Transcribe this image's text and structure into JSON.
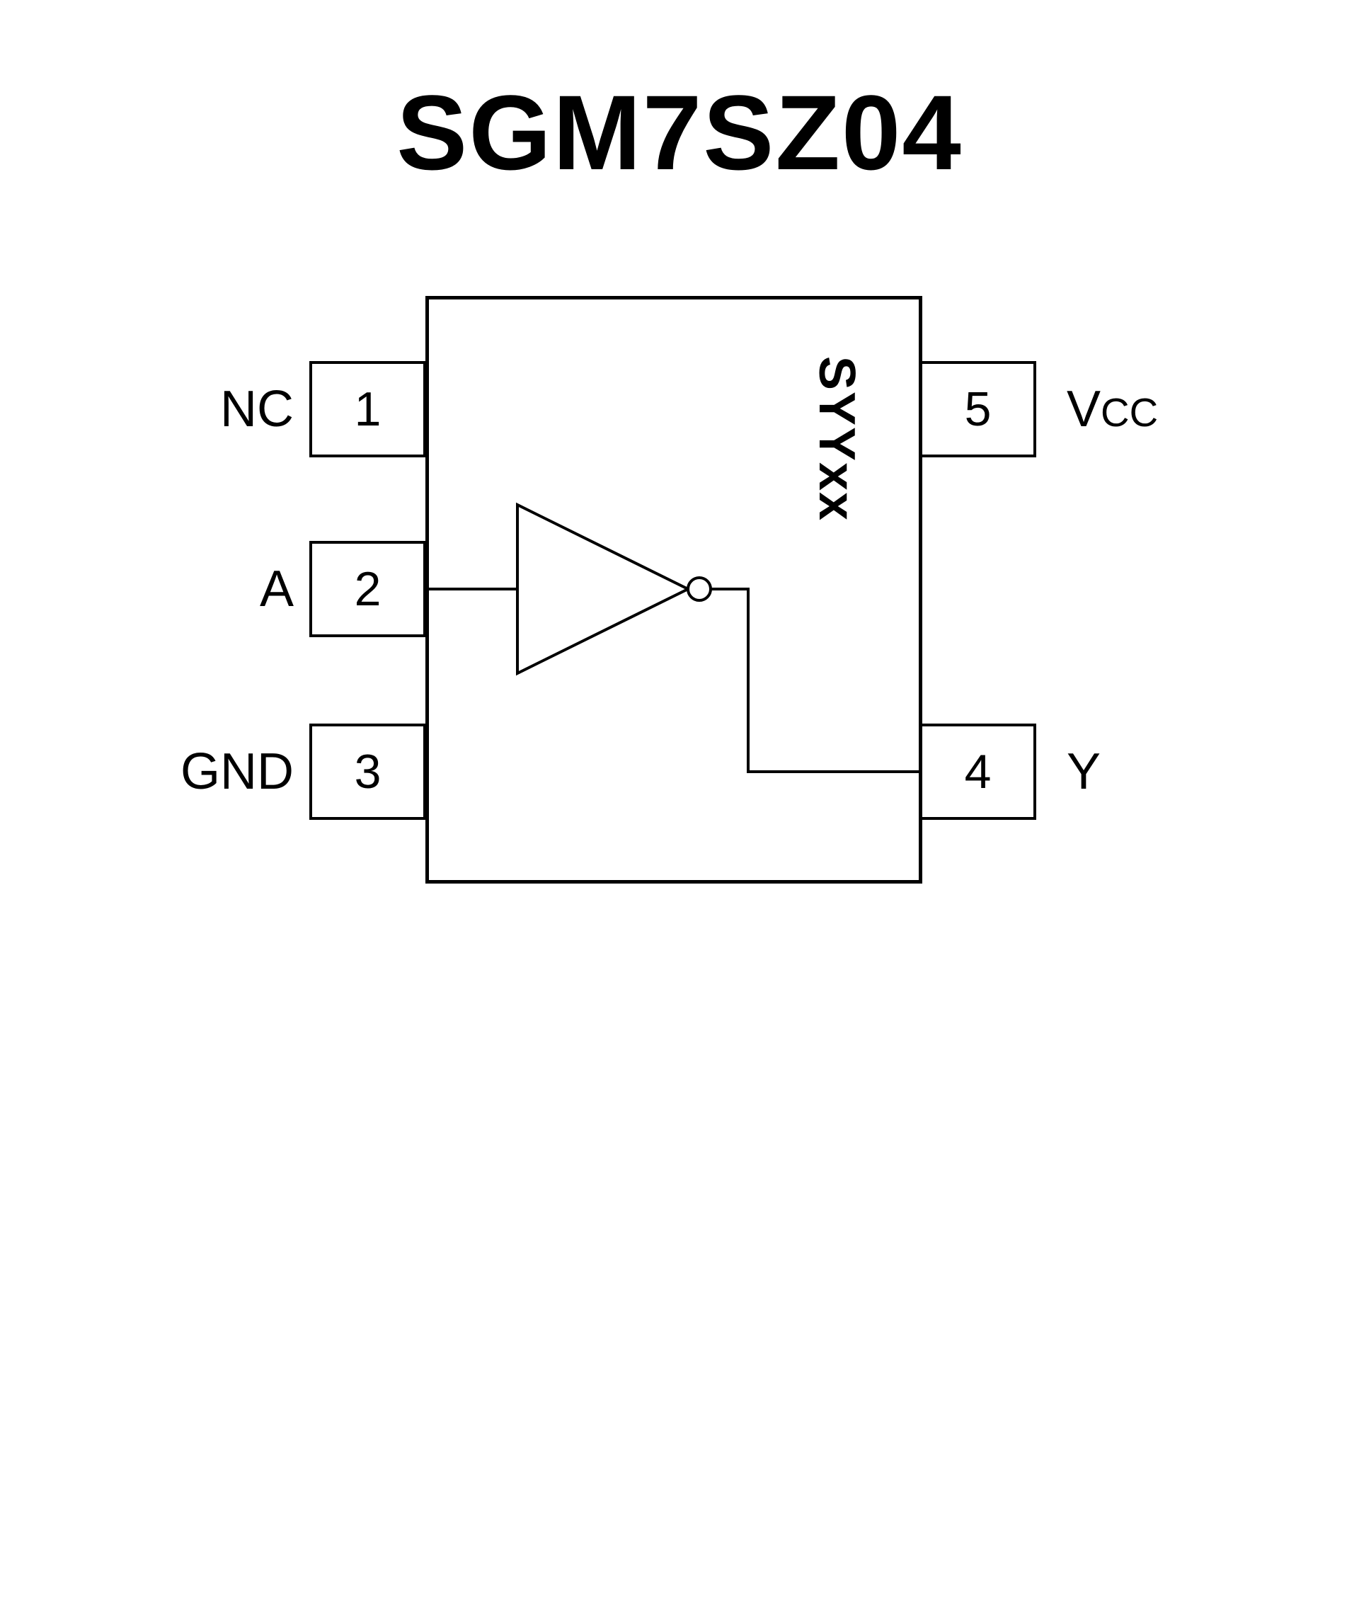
{
  "title": "SGM7SZ04",
  "chip": {
    "marking": "SYYxx",
    "gate_type": "inverter",
    "pins": {
      "left": [
        {
          "number": "1",
          "label": "NC"
        },
        {
          "number": "2",
          "label": "A"
        },
        {
          "number": "3",
          "label": "GND"
        }
      ],
      "right": [
        {
          "number": "5",
          "label": {
            "main": "V",
            "sub": "CC"
          }
        },
        {
          "number": "4",
          "label": {
            "main": "Y",
            "sub": ""
          }
        }
      ]
    }
  },
  "colors": {
    "line": "#000000",
    "background": "#ffffff"
  }
}
